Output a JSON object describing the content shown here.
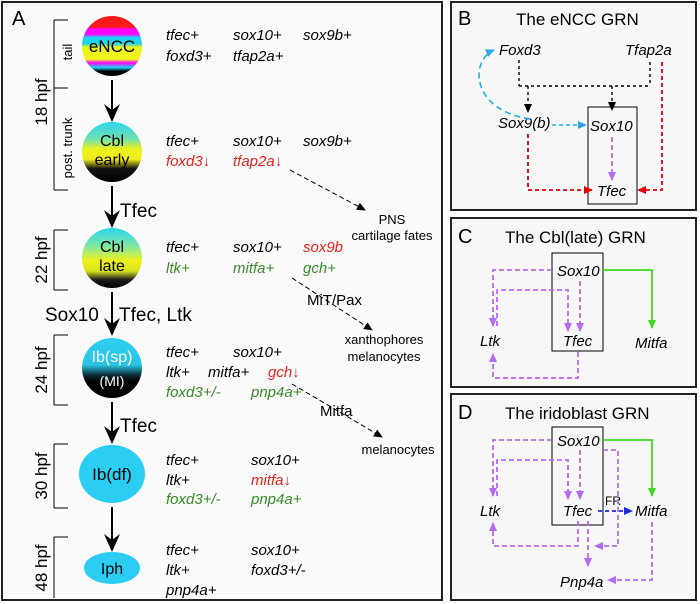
{
  "panelA": {
    "letter": "A",
    "stages": [
      {
        "time": "18 hpf",
        "sublabels": [
          "tail",
          "post. trunk"
        ]
      },
      {
        "time": "22 hpf"
      },
      {
        "time": "24 hpf"
      },
      {
        "time": "30 hpf"
      },
      {
        "time": "48 hpf"
      }
    ],
    "cells": {
      "encc": "eNCC",
      "cbl_early_1": "Cbl",
      "cbl_early_2": "early",
      "cbl_late_1": "Cbl",
      "cbl_late_2": "late",
      "ib_sp": "Ib(sp)",
      "mi": "(MI)",
      "ib_df": "Ib(df)",
      "iph": "Iph"
    },
    "transitions": {
      "t1": "Tfec",
      "t2": "Sox10",
      "t2b": "Tfec, Ltk",
      "t3": "Tfec"
    },
    "genes": {
      "encc": [
        "tfec+",
        "sox10+",
        "sox9b+",
        "foxd3+",
        "tfap2a+"
      ],
      "cbl_early": [
        "tfec+",
        "sox10+",
        "sox9b+",
        "foxd3↓",
        "tfap2a↓"
      ],
      "cbl_late": [
        "tfec+",
        "sox10+",
        "sox9b",
        "ltk+",
        "mitfa+",
        "gch+"
      ],
      "ib_sp": [
        "tfec+",
        "sox10+",
        "ltk+",
        "mitfa+",
        "gch↓",
        "foxd3+/-",
        "pnp4a+"
      ],
      "ib_df": [
        "tfec+",
        "sox10+",
        "ltk+",
        "mitfa↓",
        "foxd3+/-",
        "pnp4a+"
      ],
      "iph": [
        "tfec+",
        "sox10+",
        "ltk+",
        "foxd3+/-",
        "pnp4a+"
      ]
    },
    "fates": {
      "pns_1": "PNS",
      "pns_2": "cartilage fates",
      "mitpax": "MiT/Pax",
      "xan_1": "xanthophores",
      "xan_2": "melanocytes",
      "mitfa": "Mitfa",
      "mel": "melanocytes"
    }
  },
  "panelB": {
    "letter": "B",
    "title": "The eNCC GRN",
    "nodes": {
      "foxd3": "Foxd3",
      "tfap2a": "Tfap2a",
      "sox9": "Sox9(b)",
      "sox10": "Sox10",
      "tfec": "Tfec"
    }
  },
  "panelC": {
    "letter": "C",
    "title": "The Cbl(late) GRN",
    "nodes": {
      "sox10": "Sox10",
      "ltk": "Ltk",
      "tfec": "Tfec",
      "mitfa": "Mitfa"
    }
  },
  "panelD": {
    "letter": "D",
    "title": "The iridoblast GRN",
    "nodes": {
      "sox10": "Sox10",
      "ltk": "Ltk",
      "tfec": "Tfec",
      "mitfa": "Mitfa",
      "pnp4a": "Pnp4a",
      "fr": "FR"
    }
  },
  "colors": {
    "black": "#000000",
    "red_gene": "#e8251f",
    "green_gene": "#3a8a2a",
    "purple": "#b46cf5",
    "green_arrow": "#3ddc1a",
    "cyan_arrow": "#27a9e6",
    "red_arrow": "#e00000",
    "blue_fr": "#1a2bd8",
    "iridoblast": "#2bcdf2",
    "panel_border": "#222222"
  }
}
